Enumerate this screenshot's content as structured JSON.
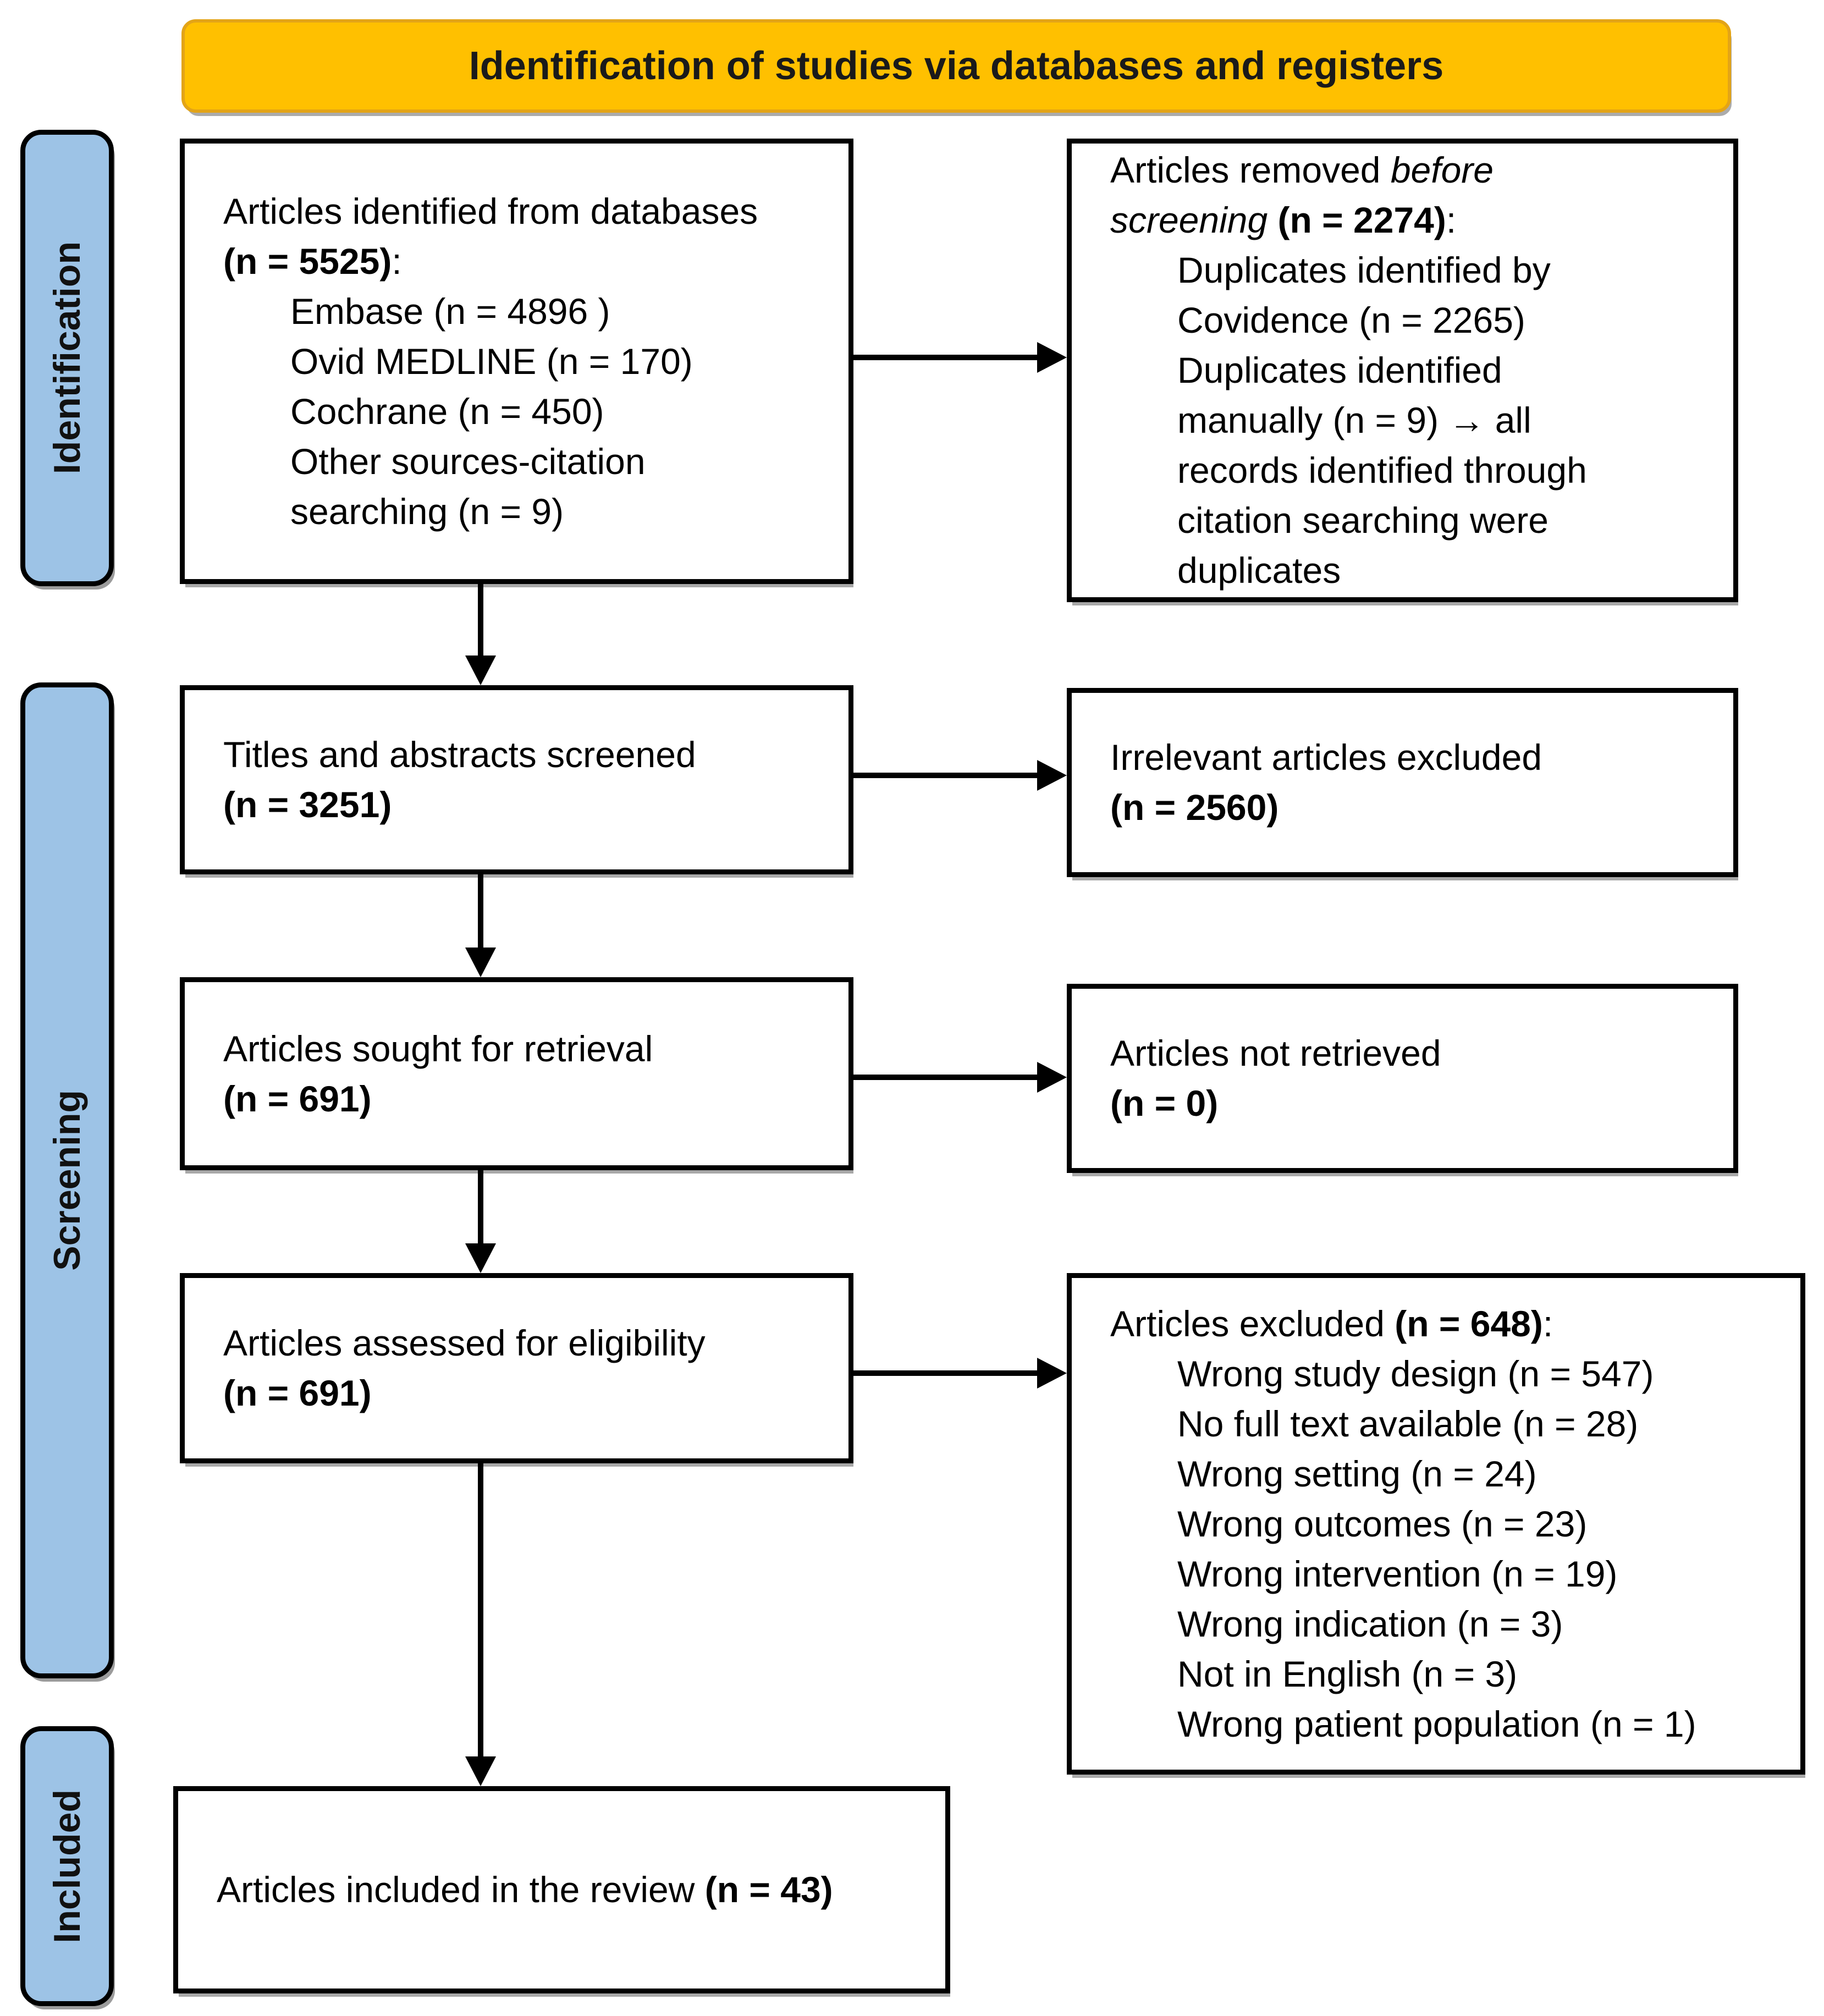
{
  "banner": {
    "label": "Identification of studies via databases and registers"
  },
  "colors": {
    "banner_bg": "#FFC000",
    "sidebar_bg": "#9DC3E6",
    "border": "#000000",
    "text": "#000000"
  },
  "sidebar": {
    "identification": {
      "label": "Identification"
    },
    "screening": {
      "label": "Screening"
    },
    "included": {
      "label": "Included"
    }
  },
  "boxes": {
    "identified": {
      "lines": [
        {
          "indent": false,
          "parts": [
            {
              "t": "Articles identified from databases"
            }
          ]
        },
        {
          "indent": false,
          "parts": [
            {
              "t": "(n = 5525)",
              "s": "b"
            },
            {
              "t": ":"
            }
          ]
        },
        {
          "indent": true,
          "parts": [
            {
              "t": "Embase (n = 4896 )"
            }
          ]
        },
        {
          "indent": true,
          "parts": [
            {
              "t": "Ovid MEDLINE (n = 170)"
            }
          ]
        },
        {
          "indent": true,
          "parts": [
            {
              "t": "Cochrane (n = 450)"
            }
          ]
        },
        {
          "indent": true,
          "parts": [
            {
              "t": "Other sources-citation"
            }
          ]
        },
        {
          "indent": true,
          "parts": [
            {
              "t": "searching (n = 9)"
            }
          ]
        }
      ]
    },
    "removed_before_screening": {
      "lines": [
        {
          "indent": false,
          "parts": [
            {
              "t": "Articles removed "
            },
            {
              "t": "before",
              "s": "i"
            }
          ]
        },
        {
          "indent": false,
          "parts": [
            {
              "t": "screening ",
              "s": "i"
            },
            {
              "t": "(n = 2274)",
              "s": "b"
            },
            {
              "t": ":"
            }
          ]
        },
        {
          "indent": true,
          "parts": [
            {
              "t": "Duplicates identified by"
            }
          ]
        },
        {
          "indent": true,
          "parts": [
            {
              "t": "Covidence (n = 2265)"
            }
          ]
        },
        {
          "indent": true,
          "parts": [
            {
              "t": "Duplicates identified"
            }
          ]
        },
        {
          "indent": true,
          "parts": [
            {
              "t": "manually (n = 9) → all"
            }
          ]
        },
        {
          "indent": true,
          "parts": [
            {
              "t": "records identified through"
            }
          ]
        },
        {
          "indent": true,
          "parts": [
            {
              "t": "citation searching were"
            }
          ]
        },
        {
          "indent": true,
          "parts": [
            {
              "t": "duplicates"
            }
          ]
        }
      ]
    },
    "titles_screened": {
      "lines": [
        {
          "indent": false,
          "parts": [
            {
              "t": "Titles and abstracts screened"
            }
          ]
        },
        {
          "indent": false,
          "parts": [
            {
              "t": "(n = 3251)",
              "s": "b"
            }
          ]
        }
      ]
    },
    "irrelevant_excluded": {
      "lines": [
        {
          "indent": false,
          "parts": [
            {
              "t": "Irrelevant articles excluded"
            }
          ]
        },
        {
          "indent": false,
          "parts": [
            {
              "t": "(n = 2560)",
              "s": "b"
            }
          ]
        }
      ]
    },
    "sought_retrieval": {
      "lines": [
        {
          "indent": false,
          "parts": [
            {
              "t": "Articles sought for retrieval"
            }
          ]
        },
        {
          "indent": false,
          "parts": [
            {
              "t": "(n = 691)",
              "s": "b"
            }
          ]
        }
      ]
    },
    "not_retrieved": {
      "lines": [
        {
          "indent": false,
          "parts": [
            {
              "t": "Articles not retrieved"
            }
          ]
        },
        {
          "indent": false,
          "parts": [
            {
              "t": "(n = 0)",
              "s": "b"
            }
          ]
        }
      ]
    },
    "assessed_eligibility": {
      "lines": [
        {
          "indent": false,
          "parts": [
            {
              "t": "Articles assessed for eligibility"
            }
          ]
        },
        {
          "indent": false,
          "parts": [
            {
              "t": "(n = 691)",
              "s": "b"
            }
          ]
        }
      ]
    },
    "articles_excluded": {
      "lines": [
        {
          "indent": false,
          "parts": [
            {
              "t": "Articles excluded "
            },
            {
              "t": "(n = 648)",
              "s": "b"
            },
            {
              "t": ":"
            }
          ]
        },
        {
          "indent": true,
          "parts": [
            {
              "t": "Wrong study design (n = 547)"
            }
          ]
        },
        {
          "indent": true,
          "parts": [
            {
              "t": "No full text available (n = 28)"
            }
          ]
        },
        {
          "indent": true,
          "parts": [
            {
              "t": "Wrong setting (n = 24)"
            }
          ]
        },
        {
          "indent": true,
          "parts": [
            {
              "t": "Wrong outcomes (n = 23)"
            }
          ]
        },
        {
          "indent": true,
          "parts": [
            {
              "t": "Wrong intervention (n = 19)"
            }
          ]
        },
        {
          "indent": true,
          "parts": [
            {
              "t": "Wrong indication (n = 3)"
            }
          ]
        },
        {
          "indent": true,
          "parts": [
            {
              "t": "Not in English (n = 3)"
            }
          ]
        },
        {
          "indent": true,
          "parts": [
            {
              "t": "Wrong patient population (n = 1)"
            }
          ]
        }
      ]
    },
    "included_review": {
      "lines": [
        {
          "indent": false,
          "parts": [
            {
              "t": "Articles included in the review "
            },
            {
              "t": "(n = 43)",
              "s": "b"
            }
          ]
        }
      ]
    }
  }
}
